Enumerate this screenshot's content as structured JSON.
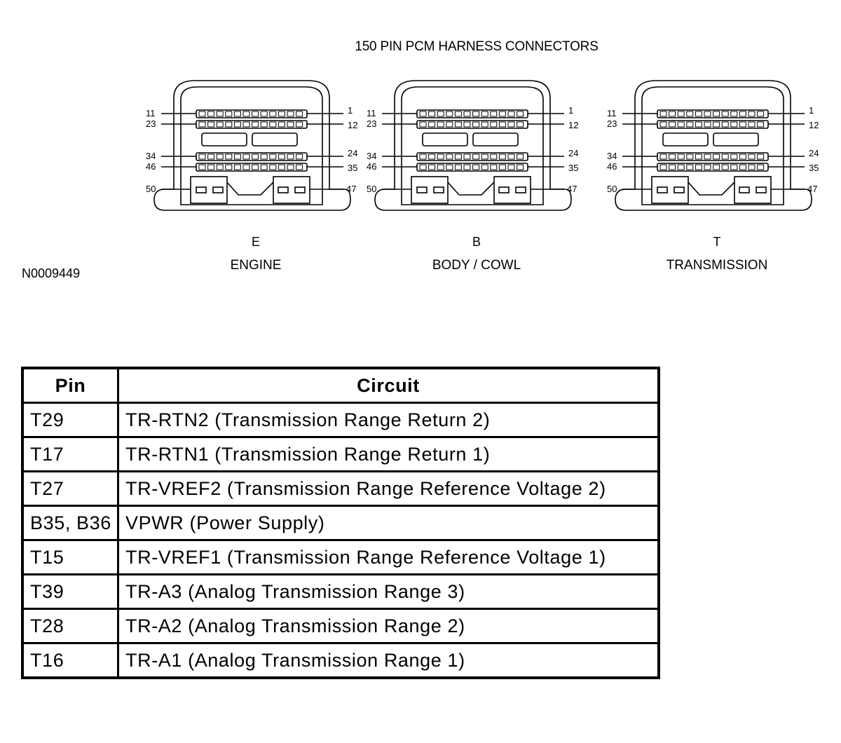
{
  "diagram": {
    "title": "150 PIN PCM HARNESS CONNECTORS",
    "figure_id": "N0009449",
    "connectors": [
      {
        "letter": "E",
        "name": "ENGINE"
      },
      {
        "letter": "B",
        "name": "BODY / COWL"
      },
      {
        "letter": "T",
        "name": "TRANSMISSION"
      }
    ],
    "pin_labels": {
      "row1_left": "11",
      "row1_right": "1",
      "row2_left": "23",
      "row2_right": "12",
      "row3_left": "34",
      "row3_right": "24",
      "row4_left": "46",
      "row4_right": "35",
      "row5_left": "50",
      "row5_right": "47"
    }
  },
  "table": {
    "headers": {
      "pin": "Pin",
      "circuit": "Circuit"
    },
    "rows": [
      {
        "pin": "T29",
        "circuit": "TR-RTN2 (Transmission Range Return 2)"
      },
      {
        "pin": "T17",
        "circuit": "TR-RTN1 (Transmission Range Return 1)"
      },
      {
        "pin": "T27",
        "circuit": "TR-VREF2 (Transmission Range Reference Voltage 2)"
      },
      {
        "pin": "B35, B36",
        "circuit": "VPWR (Power Supply)"
      },
      {
        "pin": "T15",
        "circuit": "TR-VREF1 (Transmission Range Reference Voltage 1)"
      },
      {
        "pin": "T39",
        "circuit": "TR-A3 (Analog Transmission Range 3)"
      },
      {
        "pin": "T28",
        "circuit": "TR-A2 (Analog Transmission Range 2)"
      },
      {
        "pin": "T16",
        "circuit": "TR-A1 (Analog Transmission Range 1)"
      }
    ]
  }
}
